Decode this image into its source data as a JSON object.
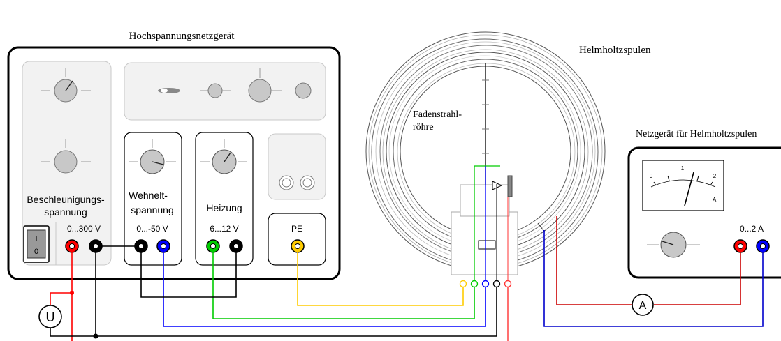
{
  "devices": {
    "hv_supply": {
      "title": "Hochspannungsnetzgerät",
      "accel_label_1": "Beschleunigungs-",
      "accel_label_2": "spannung",
      "accel_range": "0...300 V",
      "wehnelt_label_1": "Wehnelt-",
      "wehnelt_label_2": "spannung",
      "wehnelt_range": "0...-50 V",
      "heater_label": "Heizung",
      "heater_range": "6...12 V",
      "pe_label": "PE",
      "switch_on": "I",
      "switch_off": "0"
    },
    "tube": {
      "name_1": "Fadenstrahl-",
      "name_2": "röhre"
    },
    "coils": {
      "title": "Helmholtzspulen"
    },
    "coil_supply": {
      "title": "Netzgerät für Helmholtzspulen",
      "range": "0...2 A",
      "meter_scale": [
        "0",
        "1",
        "2"
      ],
      "meter_unit": "A"
    }
  },
  "instruments": {
    "voltmeter": "U",
    "ammeter": "A"
  },
  "colors": {
    "red": "#ff0000",
    "blue": "#0000ff",
    "green": "#00cc00",
    "yellow": "#ffcc00",
    "black": "#000000"
  }
}
